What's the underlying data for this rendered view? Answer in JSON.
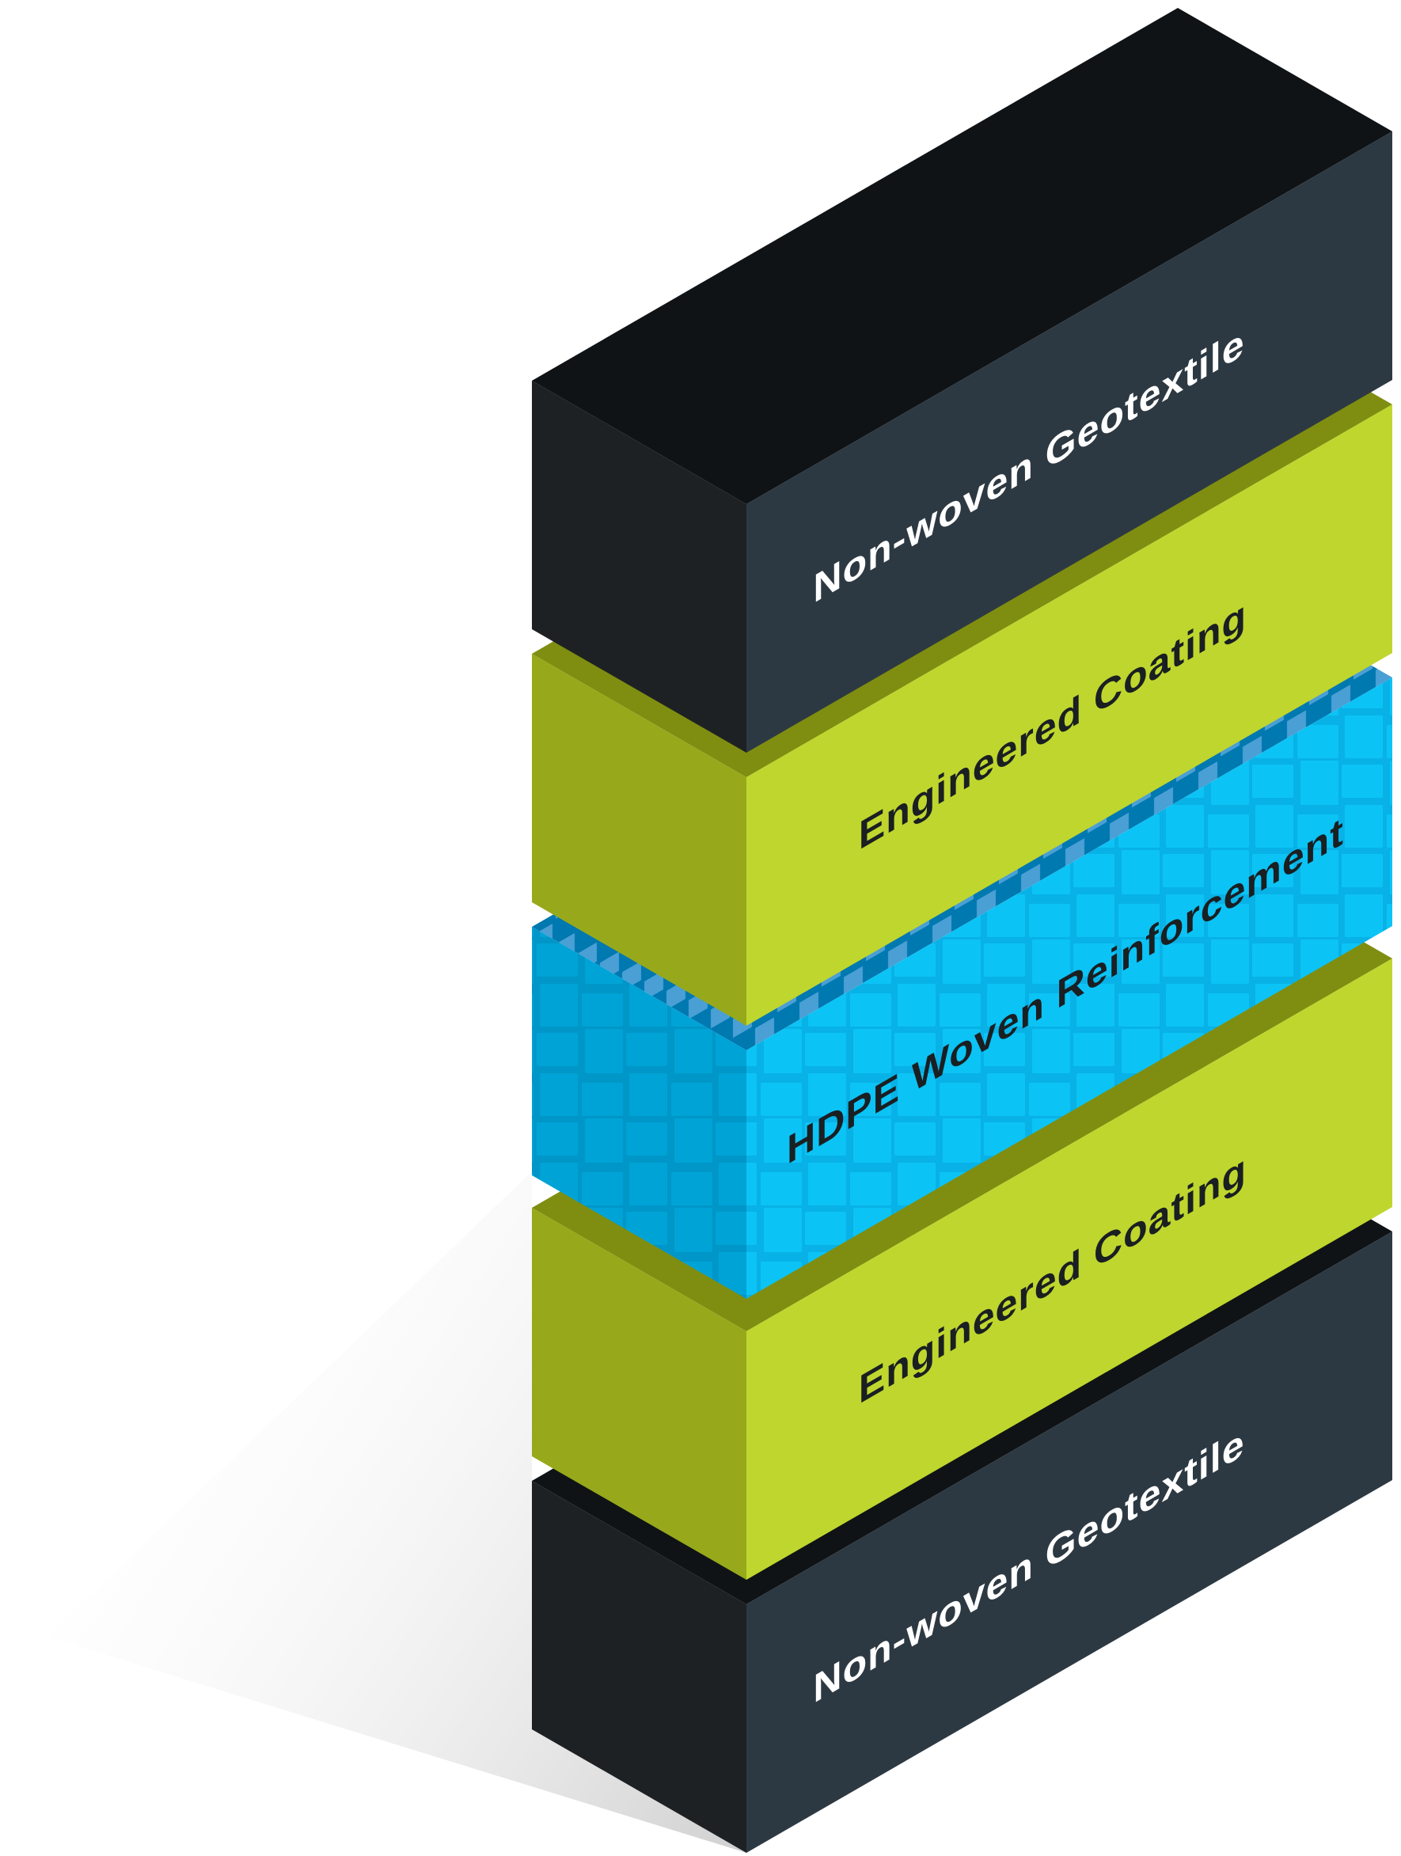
{
  "diagram": {
    "title": "",
    "type": "isometric-layer-stack",
    "layers": [
      {
        "id": "top-geotextile",
        "label": "Non-woven Geotextile",
        "material": "geotextile",
        "colors": {
          "top": "#0f1316",
          "left": "#1e2124",
          "right": "#2d3942",
          "text": "#ffffff"
        }
      },
      {
        "id": "upper-coating",
        "label": "Engineered Coating",
        "material": "coating",
        "colors": {
          "top": "#7f8e10",
          "left": "#97a91b",
          "right": "#bfd62e",
          "text": "#1a1f22"
        }
      },
      {
        "id": "reinforcement",
        "label": "HDPE Woven Reinforcement",
        "material": "woven",
        "colors": {
          "top": "#4a9fd4",
          "left": "#00a3d6",
          "right": "#0cc3f5",
          "text": "#1a1f22",
          "weave_dark": "#0078b0",
          "weave_line": "#0096c8"
        }
      },
      {
        "id": "lower-coating",
        "label": "Engineered Coating",
        "material": "coating",
        "colors": {
          "top": "#7f8e10",
          "left": "#97a91b",
          "right": "#bfd62e",
          "text": "#1a1f22"
        }
      },
      {
        "id": "bottom-geotextile",
        "label": "Non-woven Geotextile",
        "material": "geotextile",
        "colors": {
          "top": "#0f1316",
          "left": "#1e2124",
          "right": "#2d3942",
          "text": "#ffffff"
        }
      }
    ],
    "shadow": {
      "color_dark": "#d0d0d0",
      "color_light": "#ffffff"
    }
  }
}
